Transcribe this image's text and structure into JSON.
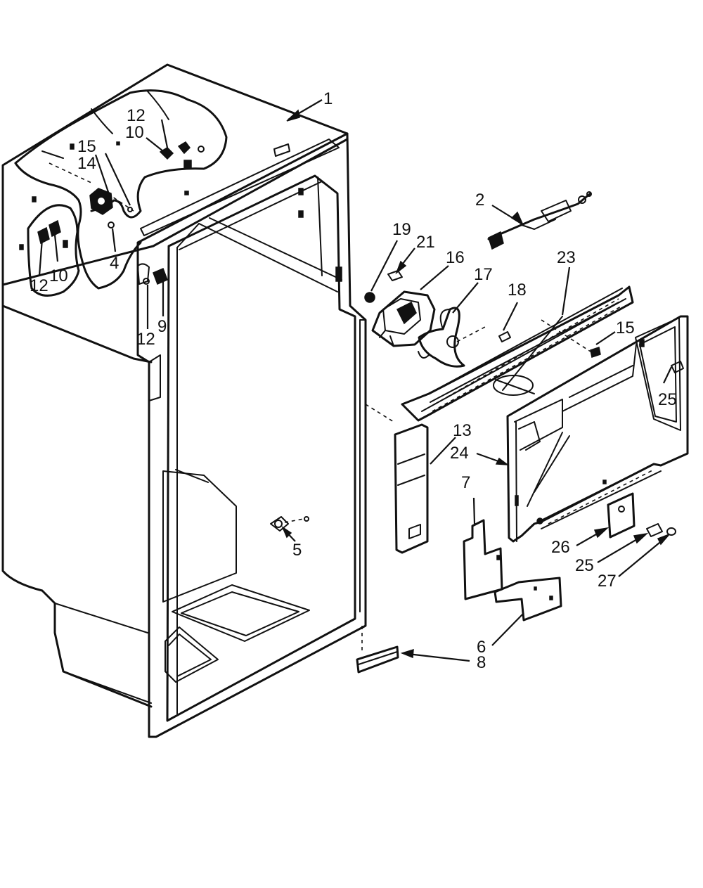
{
  "colors": {
    "line": "#111111",
    "background": "#ffffff"
  },
  "callouts": [
    {
      "id": "c1",
      "label": "1"
    },
    {
      "id": "c2",
      "label": "2"
    },
    {
      "id": "c4",
      "label": "4"
    },
    {
      "id": "c5",
      "label": "5"
    },
    {
      "id": "c6",
      "label": "6"
    },
    {
      "id": "c7",
      "label": "7"
    },
    {
      "id": "c8",
      "label": "8"
    },
    {
      "id": "c9",
      "label": "9"
    },
    {
      "id": "c10a",
      "label": "10"
    },
    {
      "id": "c10b",
      "label": "10"
    },
    {
      "id": "c12a",
      "label": "12"
    },
    {
      "id": "c12b",
      "label": "12"
    },
    {
      "id": "c12c",
      "label": "12"
    },
    {
      "id": "c13",
      "label": "13"
    },
    {
      "id": "c14",
      "label": "14"
    },
    {
      "id": "c15a",
      "label": "15"
    },
    {
      "id": "c15b",
      "label": "15"
    },
    {
      "id": "c16",
      "label": "16"
    },
    {
      "id": "c17",
      "label": "17"
    },
    {
      "id": "c18",
      "label": "18"
    },
    {
      "id": "c19",
      "label": "19"
    },
    {
      "id": "c21",
      "label": "21"
    },
    {
      "id": "c23",
      "label": "23"
    },
    {
      "id": "c24",
      "label": "24"
    },
    {
      "id": "c25a",
      "label": "25"
    },
    {
      "id": "c25b",
      "label": "25"
    },
    {
      "id": "c26",
      "label": "26"
    },
    {
      "id": "c27",
      "label": "27"
    }
  ]
}
